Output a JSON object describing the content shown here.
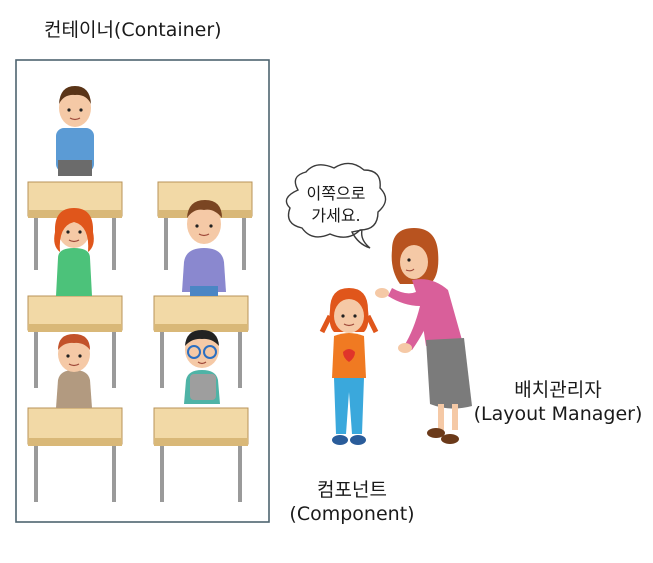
{
  "container": {
    "title": "컨테이너(Container)"
  },
  "speech_bubble": {
    "line1": "이쪽으로",
    "line2": "가세요."
  },
  "layout_manager": {
    "line1": "배치관리자",
    "line2": "(Layout Manager)"
  },
  "component": {
    "line1": "컴포넌트",
    "line2": "(Component)"
  },
  "colors": {
    "container_border": "#4e6470",
    "desk_top": "#f2d9a6",
    "desk_edge": "#d9b878",
    "desk_leg": "#9a9a9a",
    "teacher_jacket": "#d95f9a",
    "teacher_skirt": "#7b7b7b",
    "teacher_hair": "#b8531f",
    "girl_shirt": "#f07a22",
    "girl_pants": "#3aa8dc",
    "girl_hair": "#e0561b"
  }
}
